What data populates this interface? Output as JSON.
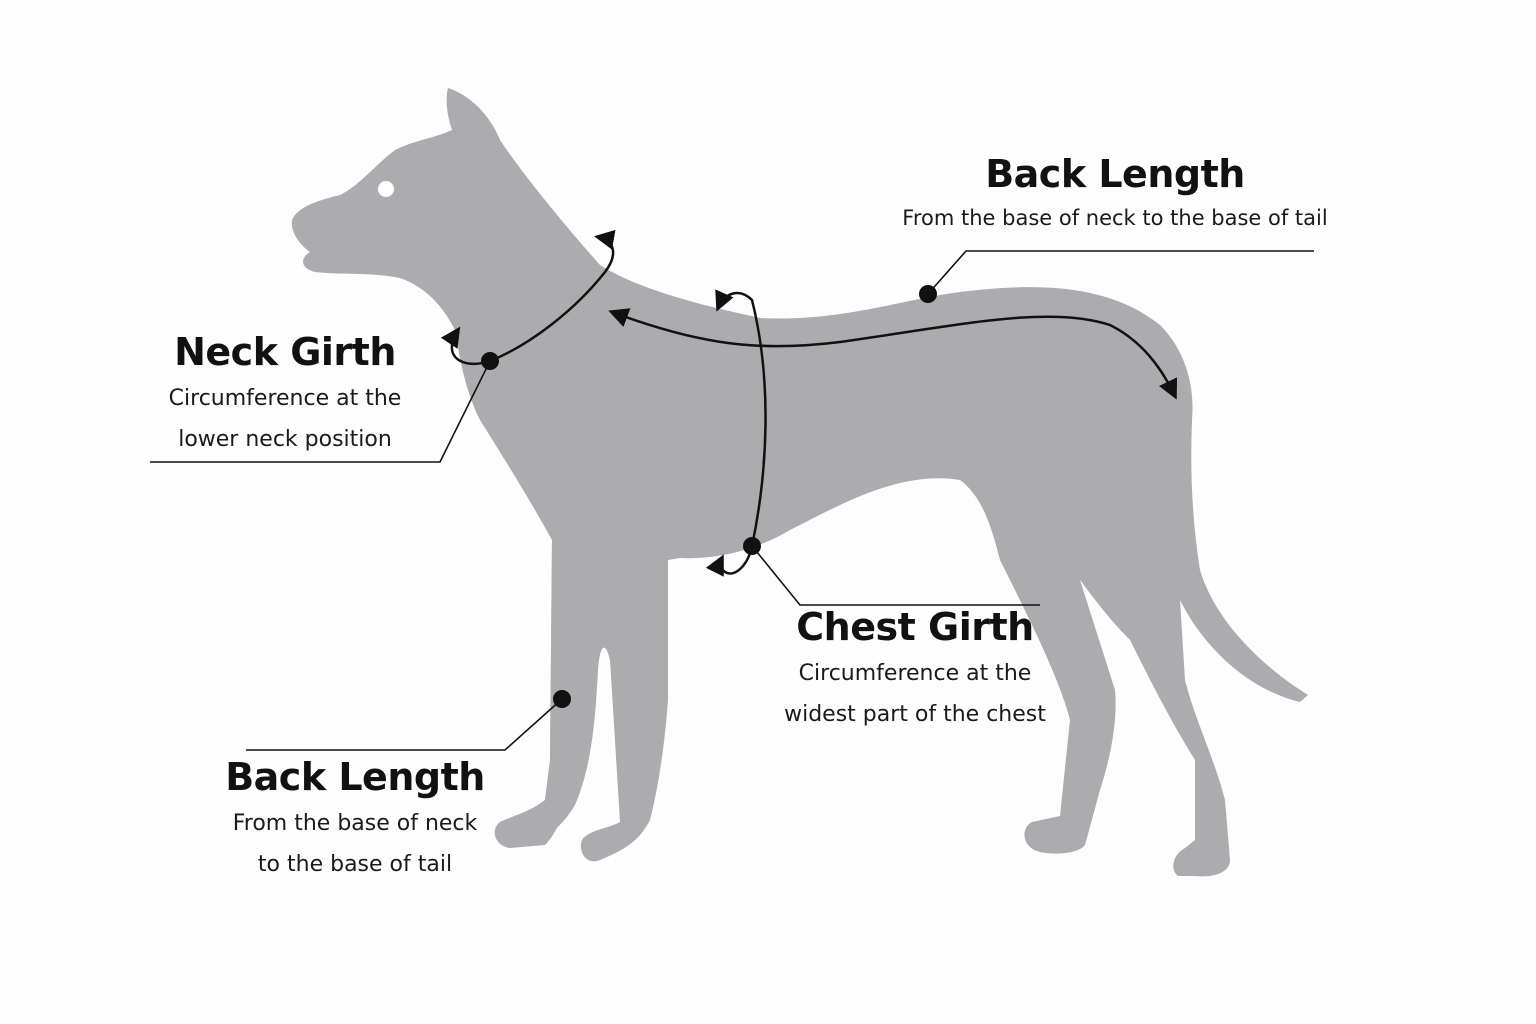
{
  "colors": {
    "background": "#fdfdfd",
    "dog_silhouette": "#acacae",
    "lines": "#111111"
  },
  "labels": {
    "back_length_top": {
      "title": "Back Length",
      "desc": "From the base of neck to the base of tail"
    },
    "neck_girth": {
      "title": "Neck Girth",
      "desc_line1": "Circumference at the",
      "desc_line2": "lower neck position"
    },
    "chest_girth": {
      "title": "Chest Girth",
      "desc_line1": "Circumference at the",
      "desc_line2": "widest part of the chest"
    },
    "back_length_bottom": {
      "title": "Back Length",
      "desc_line1": "From the base of neck",
      "desc_line2": "to the base of tail"
    }
  },
  "icons": [
    "dog-silhouette",
    "measurement-arrow",
    "callout-dot"
  ]
}
